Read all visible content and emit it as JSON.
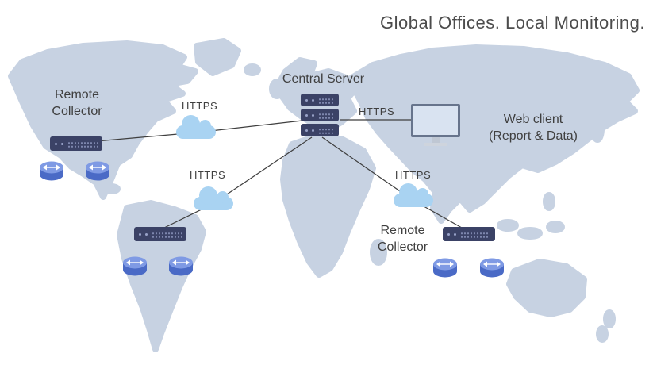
{
  "title": "Global Offices. Local Monitoring.",
  "central_server": {
    "label": "Central Server"
  },
  "collectors": {
    "north_america": {
      "label": "Remote Collector"
    },
    "asia": {
      "label": "Remote Collector"
    }
  },
  "web_client": {
    "line1": "Web client",
    "line2": "(Report & Data)"
  },
  "links": {
    "na_to_server": "HTTPS",
    "server_to_web": "HTTPS",
    "server_to_south_america": "HTTPS",
    "server_to_asia": "HTTPS"
  },
  "colors": {
    "map": "#c7d2e2",
    "cloud": "#a9d3f2",
    "server": "#3b4266",
    "router_body": "#4a6ac6",
    "router_top": "#7f9ae4",
    "line": "#3f3f3f",
    "text": "#4c4c4c"
  }
}
